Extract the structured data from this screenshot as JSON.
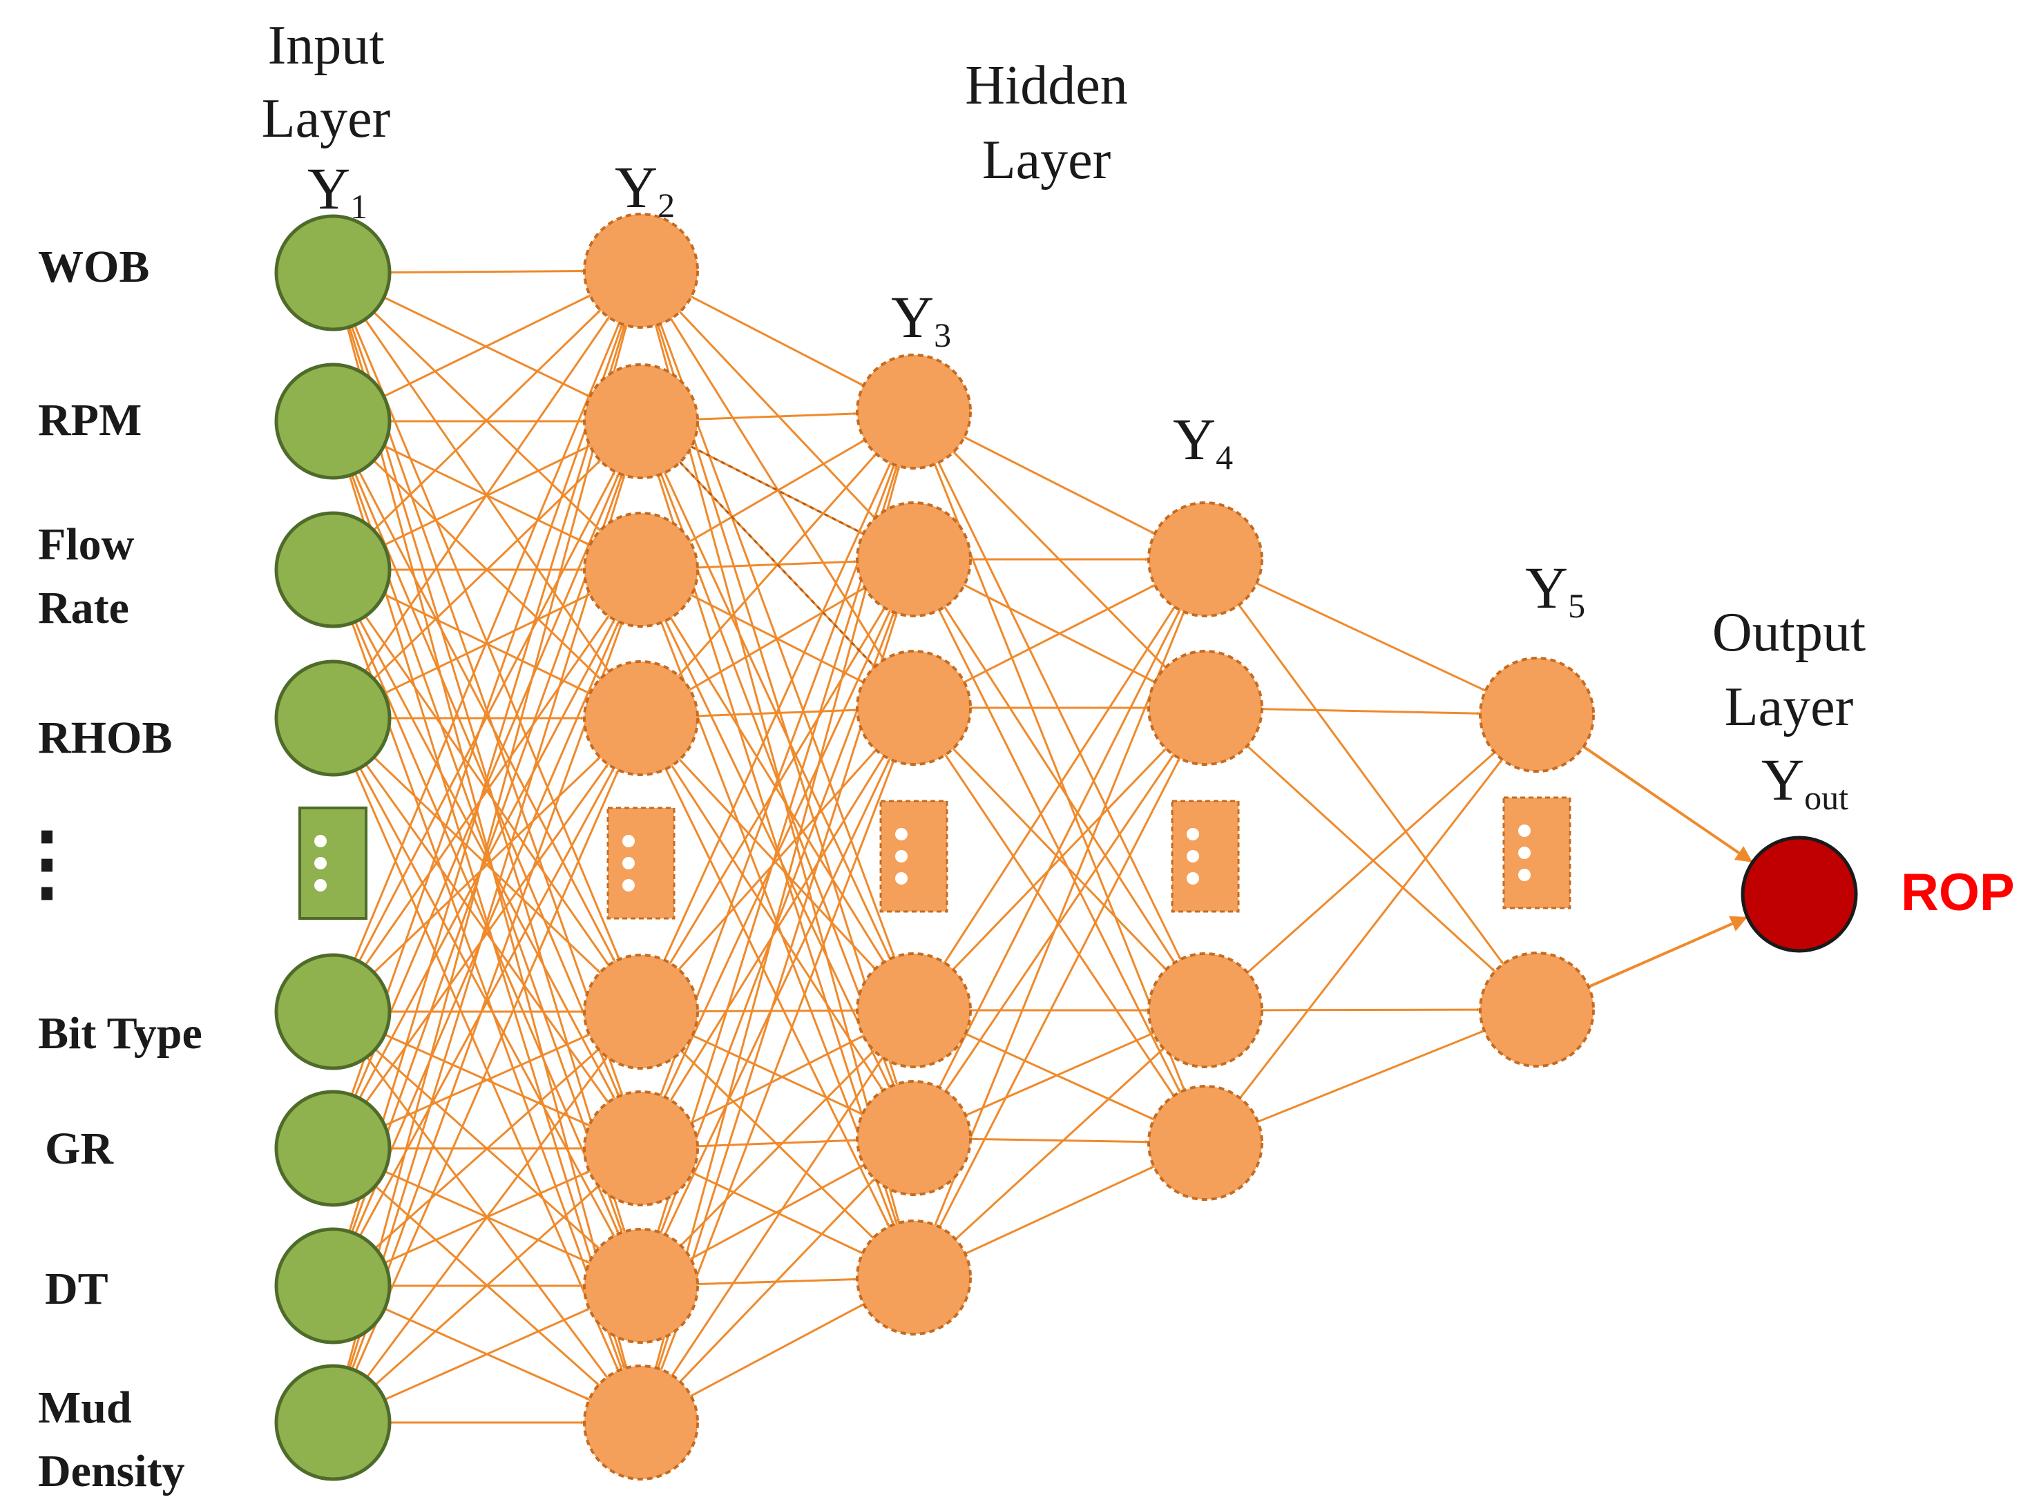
{
  "titles": {
    "input_line1": "Input",
    "input_line2": "Layer",
    "hidden_line1": "Hidden",
    "hidden_line2": "Layer",
    "output_line1": "Output",
    "output_line2": "Layer"
  },
  "layer_symbols": [
    {
      "base": "Y",
      "sub": "1"
    },
    {
      "base": "Y",
      "sub": "2"
    },
    {
      "base": "Y",
      "sub": "3"
    },
    {
      "base": "Y",
      "sub": "4"
    },
    {
      "base": "Y",
      "sub": "5"
    },
    {
      "base": "Y",
      "sub": "out"
    }
  ],
  "inputs": {
    "wob": "WOB",
    "rpm": "RPM",
    "flow_rate_1": "Flow",
    "flow_rate_2": "Rate",
    "rhob": "RHOB",
    "ellipsis": "⋮",
    "bit_type": "Bit Type",
    "gr": "GR",
    "dt": "DT",
    "mud_density_1": "Mud",
    "mud_density_2": "Density"
  },
  "output_label": "ROP",
  "colors": {
    "input_fill": "#8fb24e",
    "input_stroke": "#4f6b2a",
    "hidden_fill": "#f4a05a",
    "hidden_stroke": "#c56c22",
    "edge": "#ef8a2c",
    "output_fill": "#c00000",
    "output_stroke": "#1a1a1a",
    "output_label": "#ff0000"
  }
}
